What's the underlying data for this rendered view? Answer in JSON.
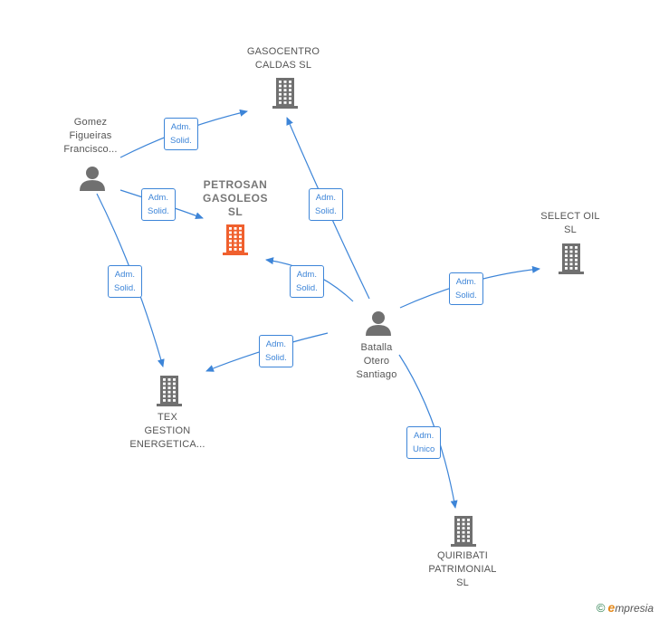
{
  "colors": {
    "edge": "#3d85d8",
    "icon": "#707070",
    "main_icon": "#f0602e"
  },
  "nodes": {
    "gasocentro": {
      "label": "GASOCENTRO\nCALDAS SL",
      "type": "company"
    },
    "petrosan": {
      "label": "PETROSAN\nGASOLEOS\nSL",
      "type": "company-main"
    },
    "select_oil": {
      "label": "SELECT OIL\nSL",
      "type": "company"
    },
    "tex": {
      "label": "TEX\nGESTION\nENERGETICA...",
      "type": "company"
    },
    "quiribati": {
      "label": "QUIRIBATI\nPATRIMONIAL\nSL",
      "type": "company"
    },
    "gomez": {
      "label": "Gomez\nFigueiras\nFrancisco...",
      "type": "person"
    },
    "batalla": {
      "label": "Batalla\nOtero\nSantiago",
      "type": "person"
    }
  },
  "edges": [
    {
      "from": "gomez",
      "to": "gasocentro",
      "label": "Adm.\nSolid."
    },
    {
      "from": "gomez",
      "to": "petrosan",
      "label": "Adm.\nSolid."
    },
    {
      "from": "gomez",
      "to": "tex",
      "label": "Adm.\nSolid."
    },
    {
      "from": "batalla",
      "to": "gasocentro",
      "label": "Adm.\nSolid."
    },
    {
      "from": "batalla",
      "to": "petrosan",
      "label": "Adm.\nSolid."
    },
    {
      "from": "batalla",
      "to": "select_oil",
      "label": "Adm.\nSolid."
    },
    {
      "from": "batalla",
      "to": "tex",
      "label": "Adm.\nSolid."
    },
    {
      "from": "batalla",
      "to": "quiribati",
      "label": "Adm.\nUnico"
    }
  ],
  "watermark": {
    "copyright": "©",
    "brand_e": "e",
    "brand_rest": "mpresia"
  }
}
